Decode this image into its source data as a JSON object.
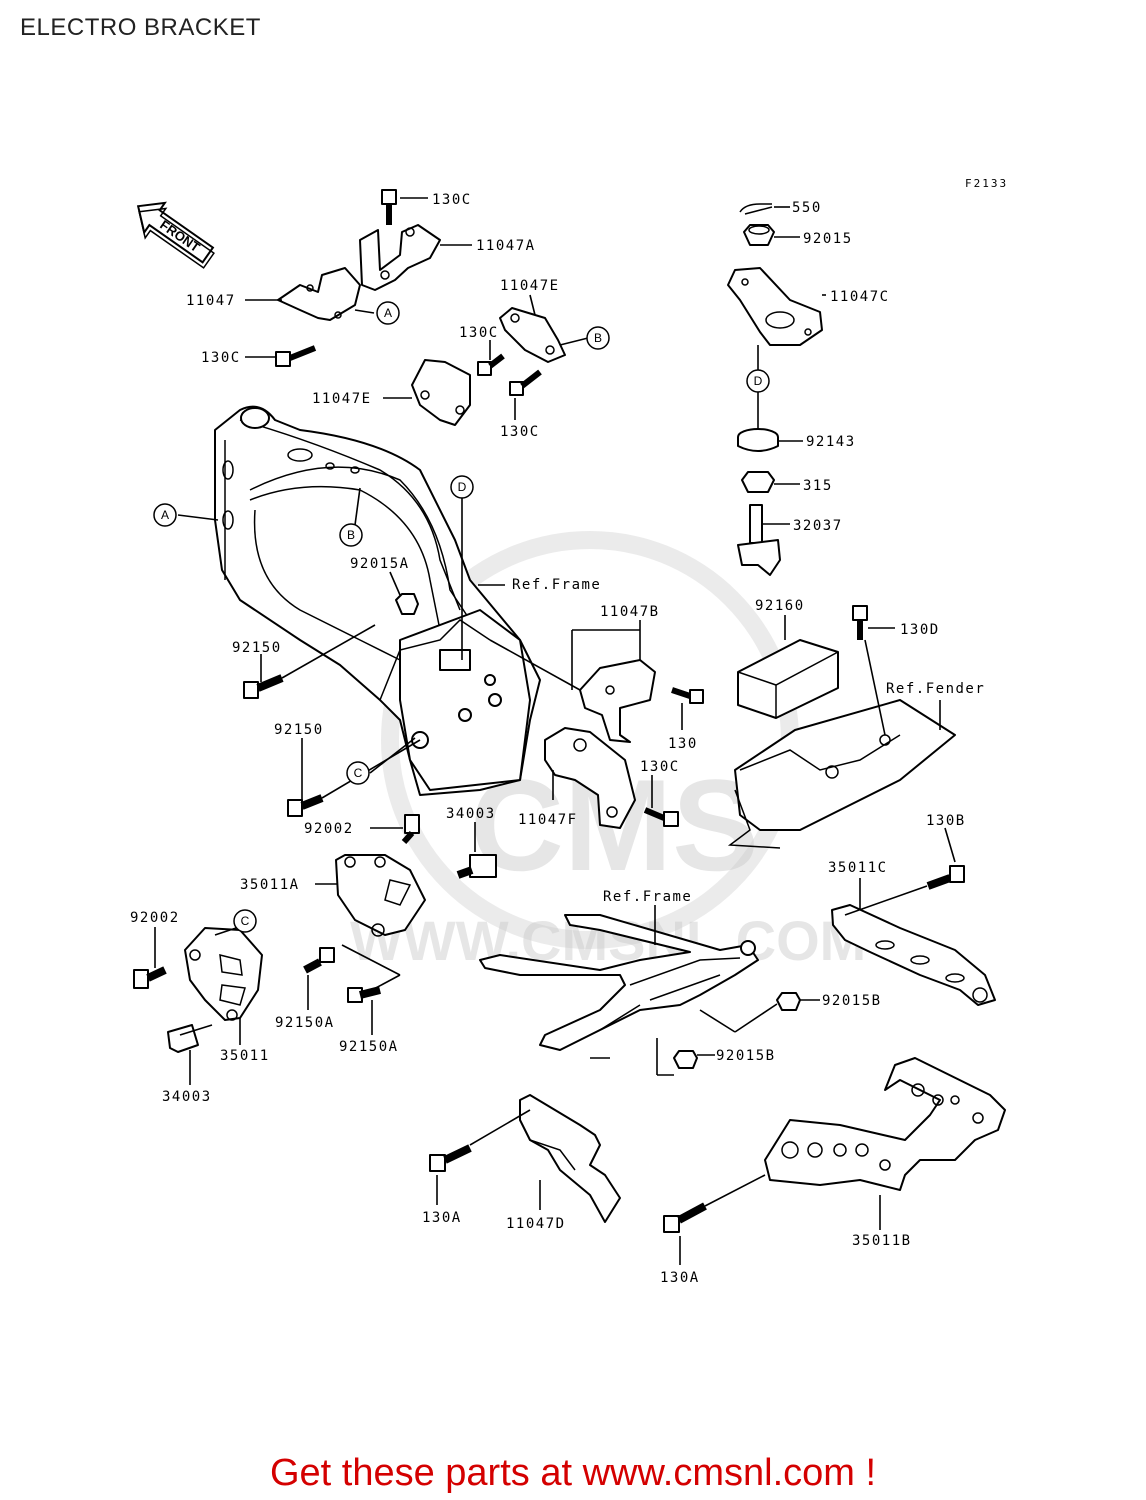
{
  "header": {
    "title": "ELECTRO BRACKET"
  },
  "figure_code": "F2133",
  "orientation": {
    "front_label": "FRONT"
  },
  "callouts": [
    "A",
    "B",
    "C",
    "D"
  ],
  "parts": {
    "p130C_top": "130C",
    "p11047A": "11047A",
    "p11047": "11047",
    "p130C_left": "130C",
    "p11047E_top": "11047E",
    "p130C_mid": "130C",
    "p11047E_mid": "11047E",
    "p130C_lower": "130C",
    "p550": "550",
    "p92015": "92015",
    "p11047C": "11047C",
    "p92143": "92143",
    "p315": "315",
    "p32037": "32037",
    "p92015A": "92015A",
    "ref_frame_top": "Ref.Frame",
    "p11047B": "11047B",
    "p92160": "92160",
    "p130D": "130D",
    "ref_fender": "Ref.Fender",
    "p92150_a": "92150",
    "p92150_b": "92150",
    "p130": "130",
    "p130C_right": "130C",
    "p11047F": "11047F",
    "p92002_top": "92002",
    "p34003_top": "34003",
    "p130B": "130B",
    "p35011A": "35011A",
    "p35011C": "35011C",
    "ref_frame_bottom": "Ref.Frame",
    "p92002_left": "92002",
    "p92150A_a": "92150A",
    "p92150A_b": "92150A",
    "p35011": "35011",
    "p34003_left": "34003",
    "p92015B_a": "92015B",
    "p92015B_b": "92015B",
    "p130A_left": "130A",
    "p11047D": "11047D",
    "p130A_right": "130A",
    "p35011B": "35011B"
  },
  "watermark": {
    "brand": "CMS",
    "url": "WWW.CMSNL.COM"
  },
  "footer": {
    "banner": "Get these parts at www.cmsnl.com !"
  }
}
